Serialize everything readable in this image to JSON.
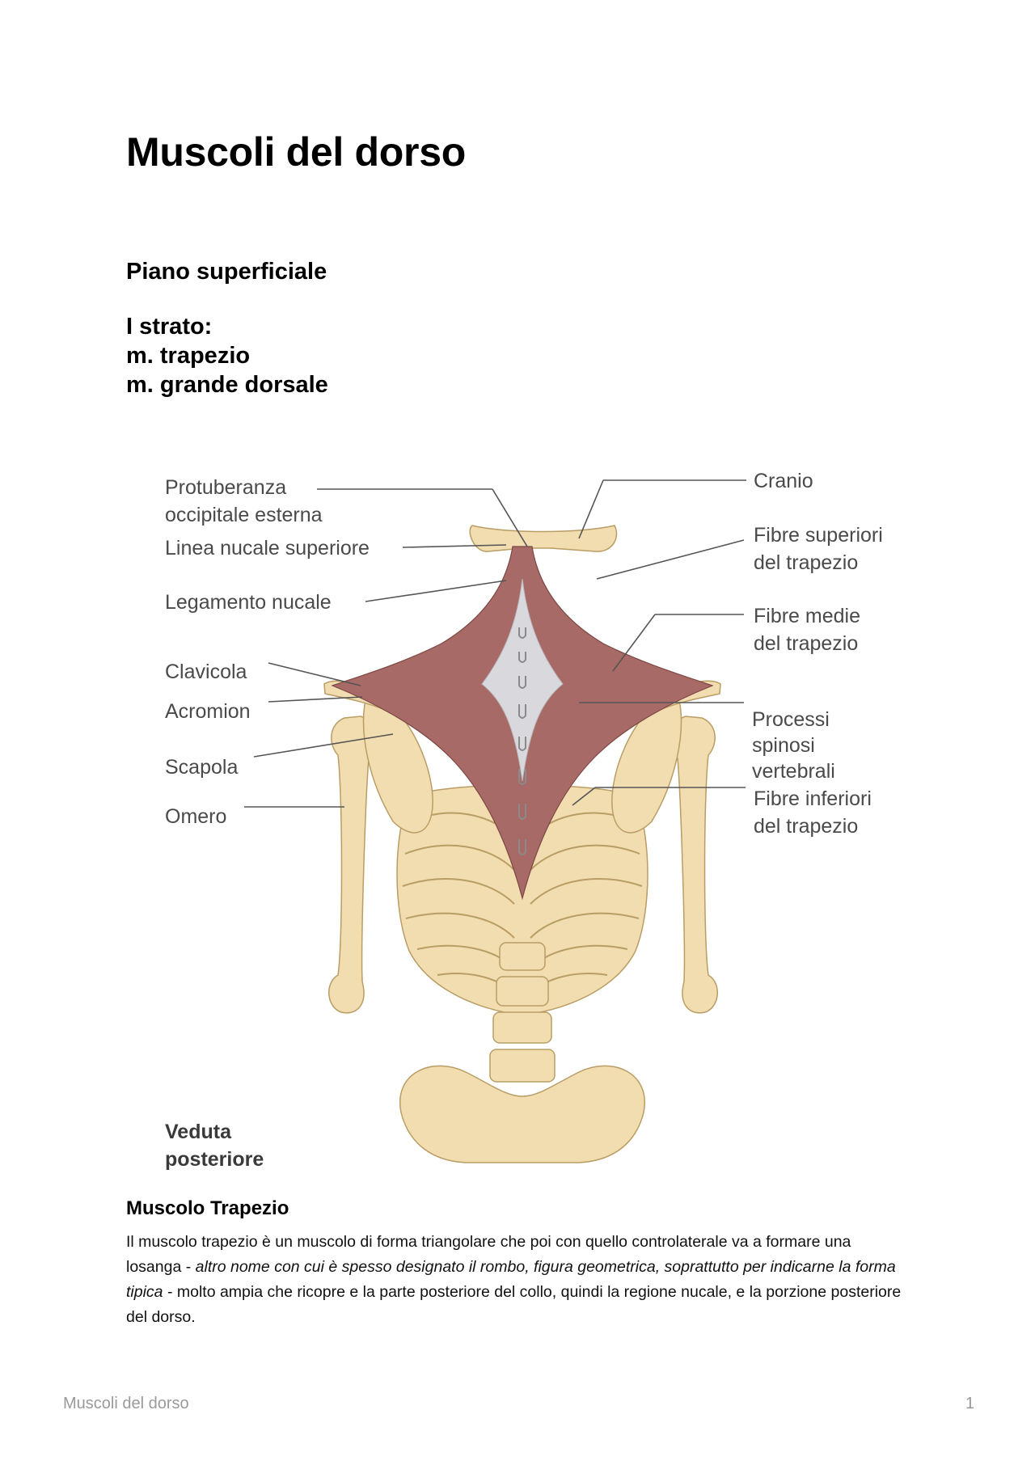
{
  "document": {
    "title": "Muscoli del dorso",
    "section_heading": "Piano superficiale",
    "layer_lines": [
      "I strato:",
      "m. trapezio",
      "m. grande dorsale"
    ]
  },
  "figure": {
    "labels_left": [
      [
        "Protuberanza",
        "occipitale esterna"
      ],
      [
        "Linea nucale superiore"
      ],
      [
        "Legamento nucale"
      ],
      [
        "Clavicola"
      ],
      [
        "Acromion"
      ],
      [
        "Scapola"
      ],
      [
        "Omero"
      ]
    ],
    "labels_right": [
      [
        "Cranio"
      ],
      [
        "Fibre superiori",
        "del trapezio"
      ],
      [
        "Fibre medie",
        "del trapezio"
      ],
      [
        "Processi",
        "spinosi",
        "vertebrali"
      ],
      [
        "Fibre inferiori",
        "del trapezio"
      ]
    ],
    "caption": [
      "Veduta",
      "posteriore"
    ],
    "colors": {
      "bone": "#f1ddb0",
      "bone_edge": "#b99d64",
      "muscle": "#a86a66",
      "aponeurosis": "#d9d9dd"
    }
  },
  "article": {
    "heading": "Muscolo Trapezio",
    "paragraph": {
      "part1": "Il muscolo trapezio è un muscolo di forma triangolare che poi con quello controlaterale va a formare una losanga - ",
      "italic": "altro nome con cui è spesso designato il rombo, figura geometrica, soprattutto per indicarne la forma tipica",
      "part2": " - molto ampia che ricopre e  la parte posteriore del collo, quindi la regione nucale, e la porzione posteriore del dorso."
    }
  },
  "footer": {
    "title": "Muscoli del dorso",
    "page_number": "1"
  }
}
